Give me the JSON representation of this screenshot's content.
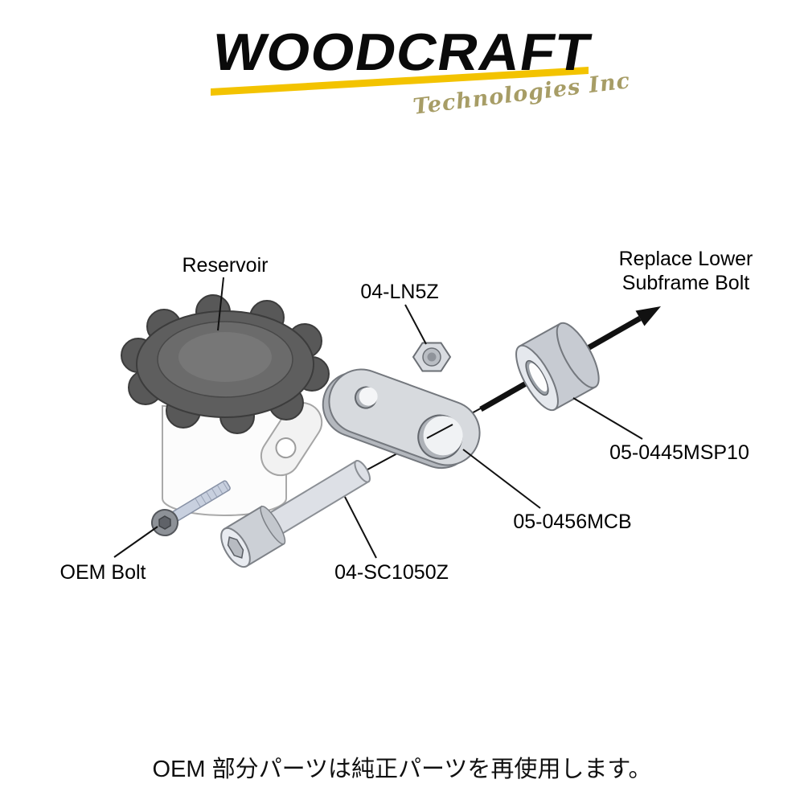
{
  "logo": {
    "brand": "WOODCRAFT",
    "tagline": "Technologies Inc",
    "colors": {
      "brand": "#0a0a0a",
      "underline": "#f3c300",
      "tagline": "#a79d66"
    }
  },
  "diagram": {
    "labels": {
      "reservoir": "Reservoir",
      "nut": "04-LN5Z",
      "replace_line1": "Replace Lower",
      "replace_line2": "Subframe Bolt",
      "spacer": "05-0445MSP10",
      "bracket": "05-0456MCB",
      "screw": "04-SC1050Z",
      "oem_bolt": "OEM Bolt"
    },
    "colors": {
      "part_fill": "#d7dade",
      "part_face": "#e6e9ee",
      "part_stroke": "#74787e",
      "cap_fill": "#5e5e5e",
      "line": "#111111"
    }
  },
  "caption": {
    "text": "OEM 部分パーツは純正パーツを再使用します。"
  }
}
